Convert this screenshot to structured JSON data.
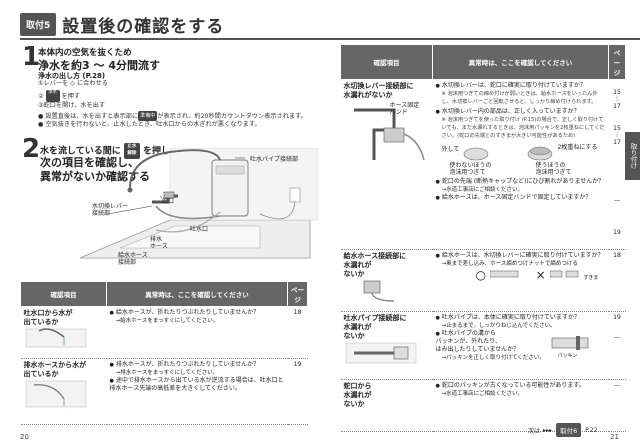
{
  "header": {
    "tab": "取付5",
    "title": "設置後の確認をする"
  },
  "step1": {
    "num": "1",
    "title": "本体内の空気を抜くため",
    "big": "浄水を約3 ～ 4分間流す",
    "sub": "浄水の出し方 (P.28)",
    "line1": "①レバーを ◇ に合わせる",
    "line2a": "②",
    "line2b": "を押す",
    "line2_badge": "浄水",
    "line3": "③蛇口を開け、水を出す",
    "line4a": "● 設置直後は、水を出すと表示部に",
    "line4_badge": "準備中",
    "line4b": "が表示され、約20秒間カウントダウン表示されます。",
    "line5": "● 空気抜きを行わないと、止水したとき、吐水口からの水ぎれが悪くなります。"
  },
  "step2": {
    "num": "2",
    "a1": "水を流している間に",
    "a_badge": "止水\n解除",
    "a2": "を押し、",
    "b1": "次の項目を確認し、",
    "b2": "異常がないか確認する"
  },
  "diagram": {
    "label_pipe": "吐水パイプ接続部",
    "label_lever": "水切換レバー\n接続部",
    "label_faucet": "蛇口",
    "label_outlet": "吐水口",
    "label_drain": "排水\nホース",
    "label_supply": "給水ホース\n接続部"
  },
  "table_left": {
    "headers": [
      "確認項目",
      "異常時は、ここを確認してください",
      "ページ"
    ],
    "rows": [
      {
        "item": "吐水口から水が\n出ているか",
        "checks": [
          "給水ホースが、折れたりつぶれたりしていませんか？"
        ],
        "arrow": "→給水ホースをまっすぐにしてください。",
        "page": "18"
      },
      {
        "item": "排水ホースから水が\n出ているか",
        "checks": [
          "排水ホースが、折れたりつぶれたりしていませんか？"
        ],
        "arrow": "→排水ホースをまっすぐにしてください。",
        "check2": "途中で排水ホースから出ている水が逆流する場合は、吐水口と排水ホース先端の高低差を大きくしてください。",
        "page": "19"
      }
    ]
  },
  "table_right": {
    "headers": [
      "確認項目",
      "異常時は、ここを確認してください",
      "ページ"
    ],
    "rows": [
      {
        "item": "水切換レバー接続部に\n水漏れがないか",
        "label_band": "ホース固定\nバンド",
        "c1": "水切換レバーは、蛇口に確実に取り付けていますか？",
        "c1n": "※ 泡沫用つぎての締め付けが弱いときは、給水ホースをいったん外し、水切換レバーごと回転させると、しっかり締め付けられます。",
        "c1p": "15\n｜\n17",
        "c2": "水切換レバー内の部品は、正しく入っていますか？",
        "c2n": "※ 泡沫用つぎてを使った取り付け (P.15)の場合で、正しく取り付けていても、まだ水漏れするときは、泡沫用パッキンを2枚重ねにしてください。(蛇口の先端とのすきまが大きい可能性があるため)",
        "c2p": "15\n｜\n17",
        "ill_out": "外して",
        "ill_2": "2枚重ねにする",
        "ill_unused": "使わないほうの\n泡沫用つぎて",
        "ill_used": "使うほうの\n泡沫用つぎて",
        "c3": "蛇口の先端 (断熱キャップなど)にひび割れがありませんか？",
        "c3a": "→水道工事店にご相談ください。",
        "c3p": "—",
        "c4": "給水ホースは、ホース固定バンドで固定していますか？",
        "c4p": "19"
      },
      {
        "item": "給水ホース接続部に\n水漏れが\nないか",
        "c1": "給水ホースは、水切換レバーに確実に取り付けていますか？",
        "c1a": "→奥まで差し込み、ホース締めつけナットで締めつける",
        "c1p": "18",
        "ok": "○",
        "ng": "×",
        "gap": "すきま"
      },
      {
        "item": "吐水パイプ接続部に\n水漏れが\nないか",
        "c1": "吐水パイプは、本体に確実に取り付けていますか？",
        "c1a": "→止まるまで、しっかりねじ込んでください。",
        "c1p": "19",
        "c2": "吐水パイプの溝から\nパッキンが、外れたり、\nはみ出したりしていませんか？",
        "c2a": "→パッキンを正しく取り付けてください。",
        "c2p": "—",
        "packing": "パッキン"
      },
      {
        "item": "蛇口から\n水漏れが\nないか",
        "c1": "蛇口のパッキンが古くなっている可能性があります。",
        "c1a": "→水道工事店にご相談ください。",
        "c1p": "—"
      }
    ]
  },
  "side_tab": "取り付け",
  "footer": {
    "next": "次は",
    "next_tab": "取付6",
    "next_page": "P.22",
    "page_left": "20",
    "page_right": "21"
  },
  "colors": {
    "dark": "#555555",
    "header_fill": "#666666"
  }
}
